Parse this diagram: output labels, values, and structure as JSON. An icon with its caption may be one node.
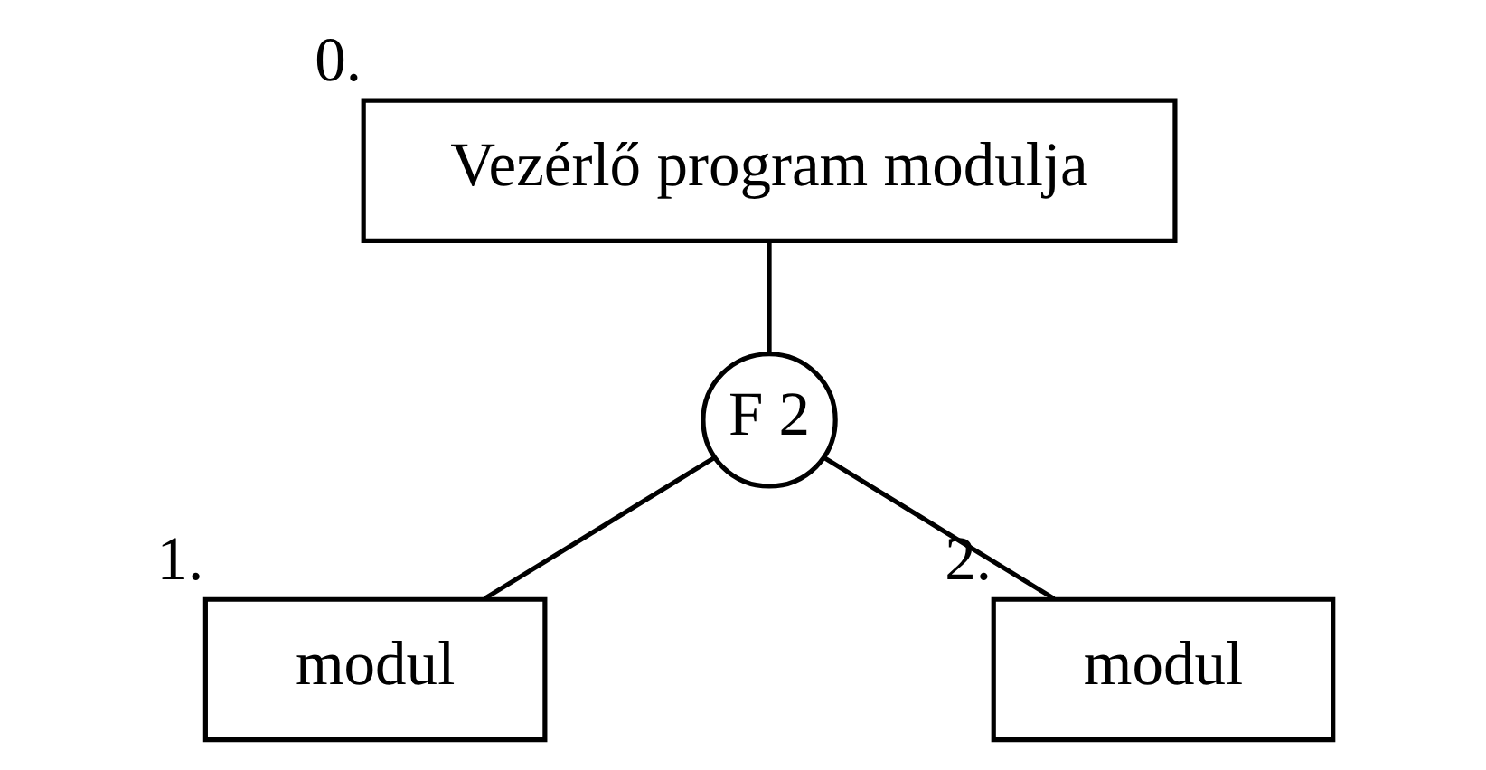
{
  "diagram": {
    "nodes": [
      {
        "text": [
          "Vezérlő program modulja"
        ],
        "beside": [
          "0."
        ]
      },
      {
        "text": [
          "F 2"
        ]
      },
      {
        "text": [
          "modul"
        ],
        "beside": [
          "1."
        ]
      },
      {
        "text": [
          "modul"
        ],
        "beside": [
          "2."
        ]
      }
    ],
    "edges": [
      {
        "from": 0,
        "to": 1,
        "arrow": "none"
      },
      {
        "from": 1,
        "to": 2,
        "arrow": "none"
      },
      {
        "from": 1,
        "to": 3,
        "arrow": "none"
      }
    ]
  }
}
